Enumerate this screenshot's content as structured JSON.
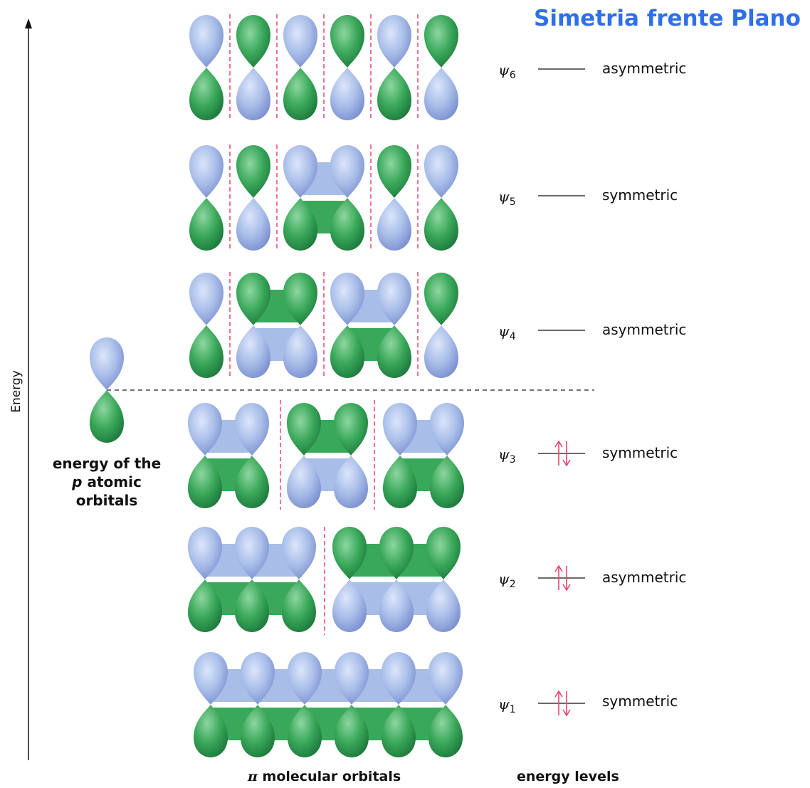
{
  "title": "Simetria frente Plano",
  "axis_label": "Energy",
  "p_orbital_caption": {
    "line1": "energy of the",
    "p": "p",
    "line2_rest": "atomic orbitals"
  },
  "bottom_labels": {
    "mo": "molecular orbitals",
    "pi": "π",
    "levels": "energy levels"
  },
  "levels": [
    {
      "psi": "ψ",
      "sub": "6",
      "symmetry": "asymmetric",
      "electrons": 0
    },
    {
      "psi": "ψ",
      "sub": "5",
      "symmetry": "symmetric",
      "electrons": 0
    },
    {
      "psi": "ψ",
      "sub": "4",
      "symmetry": "asymmetric",
      "electrons": 0
    },
    {
      "psi": "ψ",
      "sub": "3",
      "symmetry": "symmetric",
      "electrons": 2
    },
    {
      "psi": "ψ",
      "sub": "2",
      "symmetry": "asymmetric",
      "electrons": 2
    },
    {
      "psi": "ψ",
      "sub": "1",
      "symmetry": "symmetric",
      "electrons": 2
    }
  ],
  "colors": {
    "blue_lobe": "#a8bde8",
    "green_lobe": "#3aa85a",
    "node_line": "#e8456e",
    "title": "#2f6fea"
  }
}
